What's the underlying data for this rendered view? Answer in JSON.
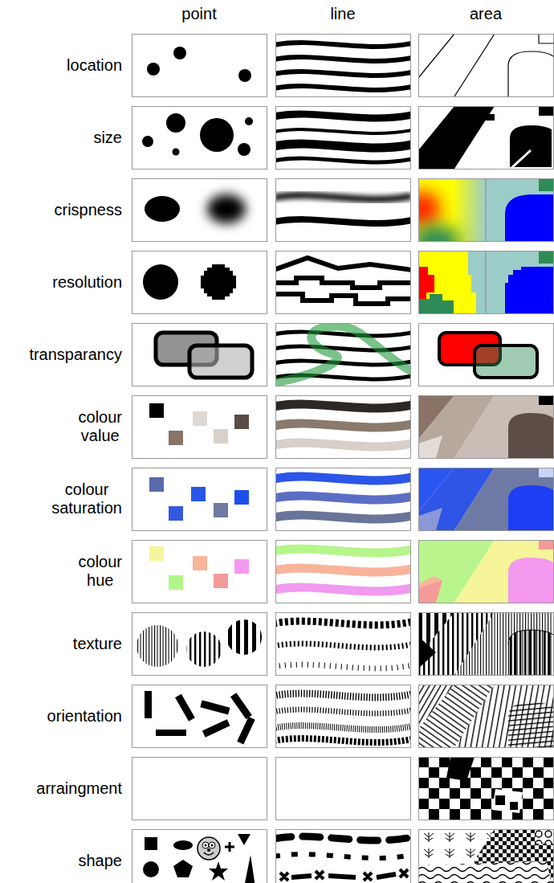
{
  "diagram": {
    "labels": [
      "point",
      "line",
      "area",
      "location",
      "size",
      "crispness",
      "resolution",
      "transparancy",
      "colour value",
      "colour saturation",
      "colour hue",
      "texture",
      "orientation",
      "arraingment",
      "shape"
    ]
  }
}
